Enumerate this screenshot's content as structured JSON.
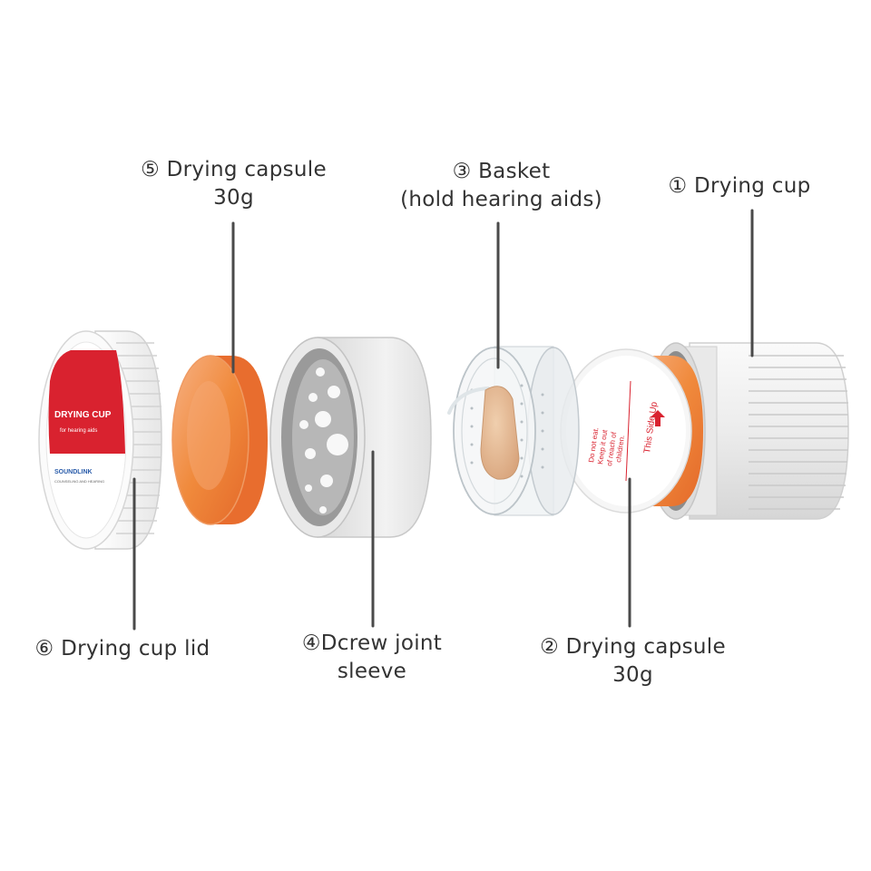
{
  "labels": {
    "drying_cup": {
      "title": "① Drying cup"
    },
    "basket": {
      "line1": "③  Basket",
      "line2": "(hold hearing aids)"
    },
    "capsule_top": {
      "line1": "⑤ Drying capsule",
      "line2": "30g"
    },
    "lid": {
      "title": "⑥ Drying cup lid"
    },
    "sleeve": {
      "line1": "④Dcrew joint",
      "line2": "sleeve"
    },
    "capsule_bottom": {
      "line1": "② Drying capsule",
      "line2": "30g"
    }
  },
  "lid_print": {
    "title": "DRYING CUP",
    "subtitle": "for hearing aids",
    "brand": "SOUNDLINK",
    "brand_sub": "COUNSELING AND HEARING"
  },
  "capsule_print": {
    "warning_line1": "Do not eat.",
    "warning_line2": "Keep it out",
    "warning_line3": "of reach of",
    "warning_line4": "children.",
    "orientation": "This Side Up"
  },
  "colors": {
    "label_text": "#333333",
    "leader_line": "#4a4a4a",
    "lid_band": "#d9222f",
    "desiccant": "#f08a3c",
    "plastic": "#f3f3f3",
    "hearing_aid": "#e2b48e",
    "print_red": "#d9222f"
  }
}
